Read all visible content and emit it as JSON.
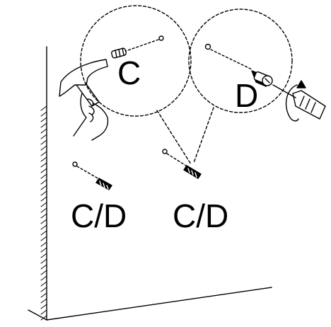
{
  "diagram": {
    "labels": {
      "hammer_step": "C",
      "screwdriver_step": "D",
      "left_anchor": "C/D",
      "right_anchor": "C/D"
    },
    "icons": [
      "hammer-icon",
      "hand-icon",
      "screwdriver-icon",
      "wall-anchor-icon",
      "screw-icon",
      "rotation-arrow-icon"
    ],
    "colors": {
      "ink": "#000000",
      "background": "#ffffff"
    }
  }
}
